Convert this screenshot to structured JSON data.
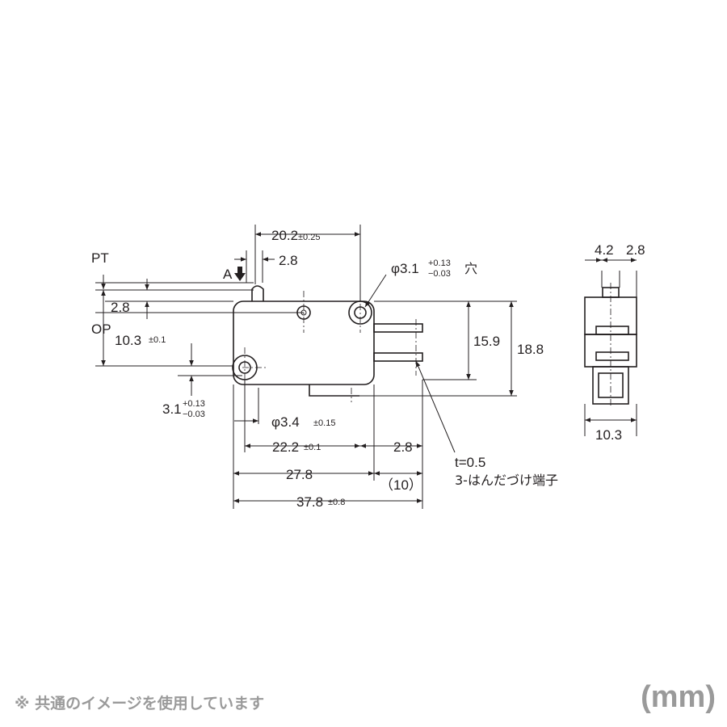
{
  "dimensions": {
    "width_top": "20.2",
    "width_top_tol": "±0.25",
    "pt_gap": "2.8",
    "hole_top": "φ3.1",
    "hole_top_tol_plus": "+0.13",
    "hole_top_tol_minus": "−0.03",
    "hole_top_suffix": "穴",
    "left_2_8": "2.8",
    "op_10_3": "10.3",
    "op_10_3_tol": "±0.1",
    "h_15_9": "15.9",
    "h_18_8": "18.8",
    "hole_low_offset": "3.1",
    "hole_low_offset_tol_plus": "+0.13",
    "hole_low_offset_tol_minus": "−0.03",
    "hole_low": "φ3.4",
    "hole_low_tol": "±0.15",
    "w_22_2": "22.2",
    "w_22_2_tol": "±0.1",
    "w_2_8_right": "2.8",
    "w_27_8": "27.8",
    "w_10": "（10）",
    "w_37_8": "37.8",
    "w_37_8_tol": "±0.8",
    "side_4_2": "4.2",
    "side_2_8": "2.8",
    "side_10_3": "10.3"
  },
  "labels": {
    "pt": "PT",
    "op": "OP",
    "a": "A",
    "thickness": "t=0.5",
    "terminal": "3-はんだづけ端子"
  },
  "footer": {
    "note": "※ 共通のイメージを使用しています",
    "unit": "(mm)"
  }
}
